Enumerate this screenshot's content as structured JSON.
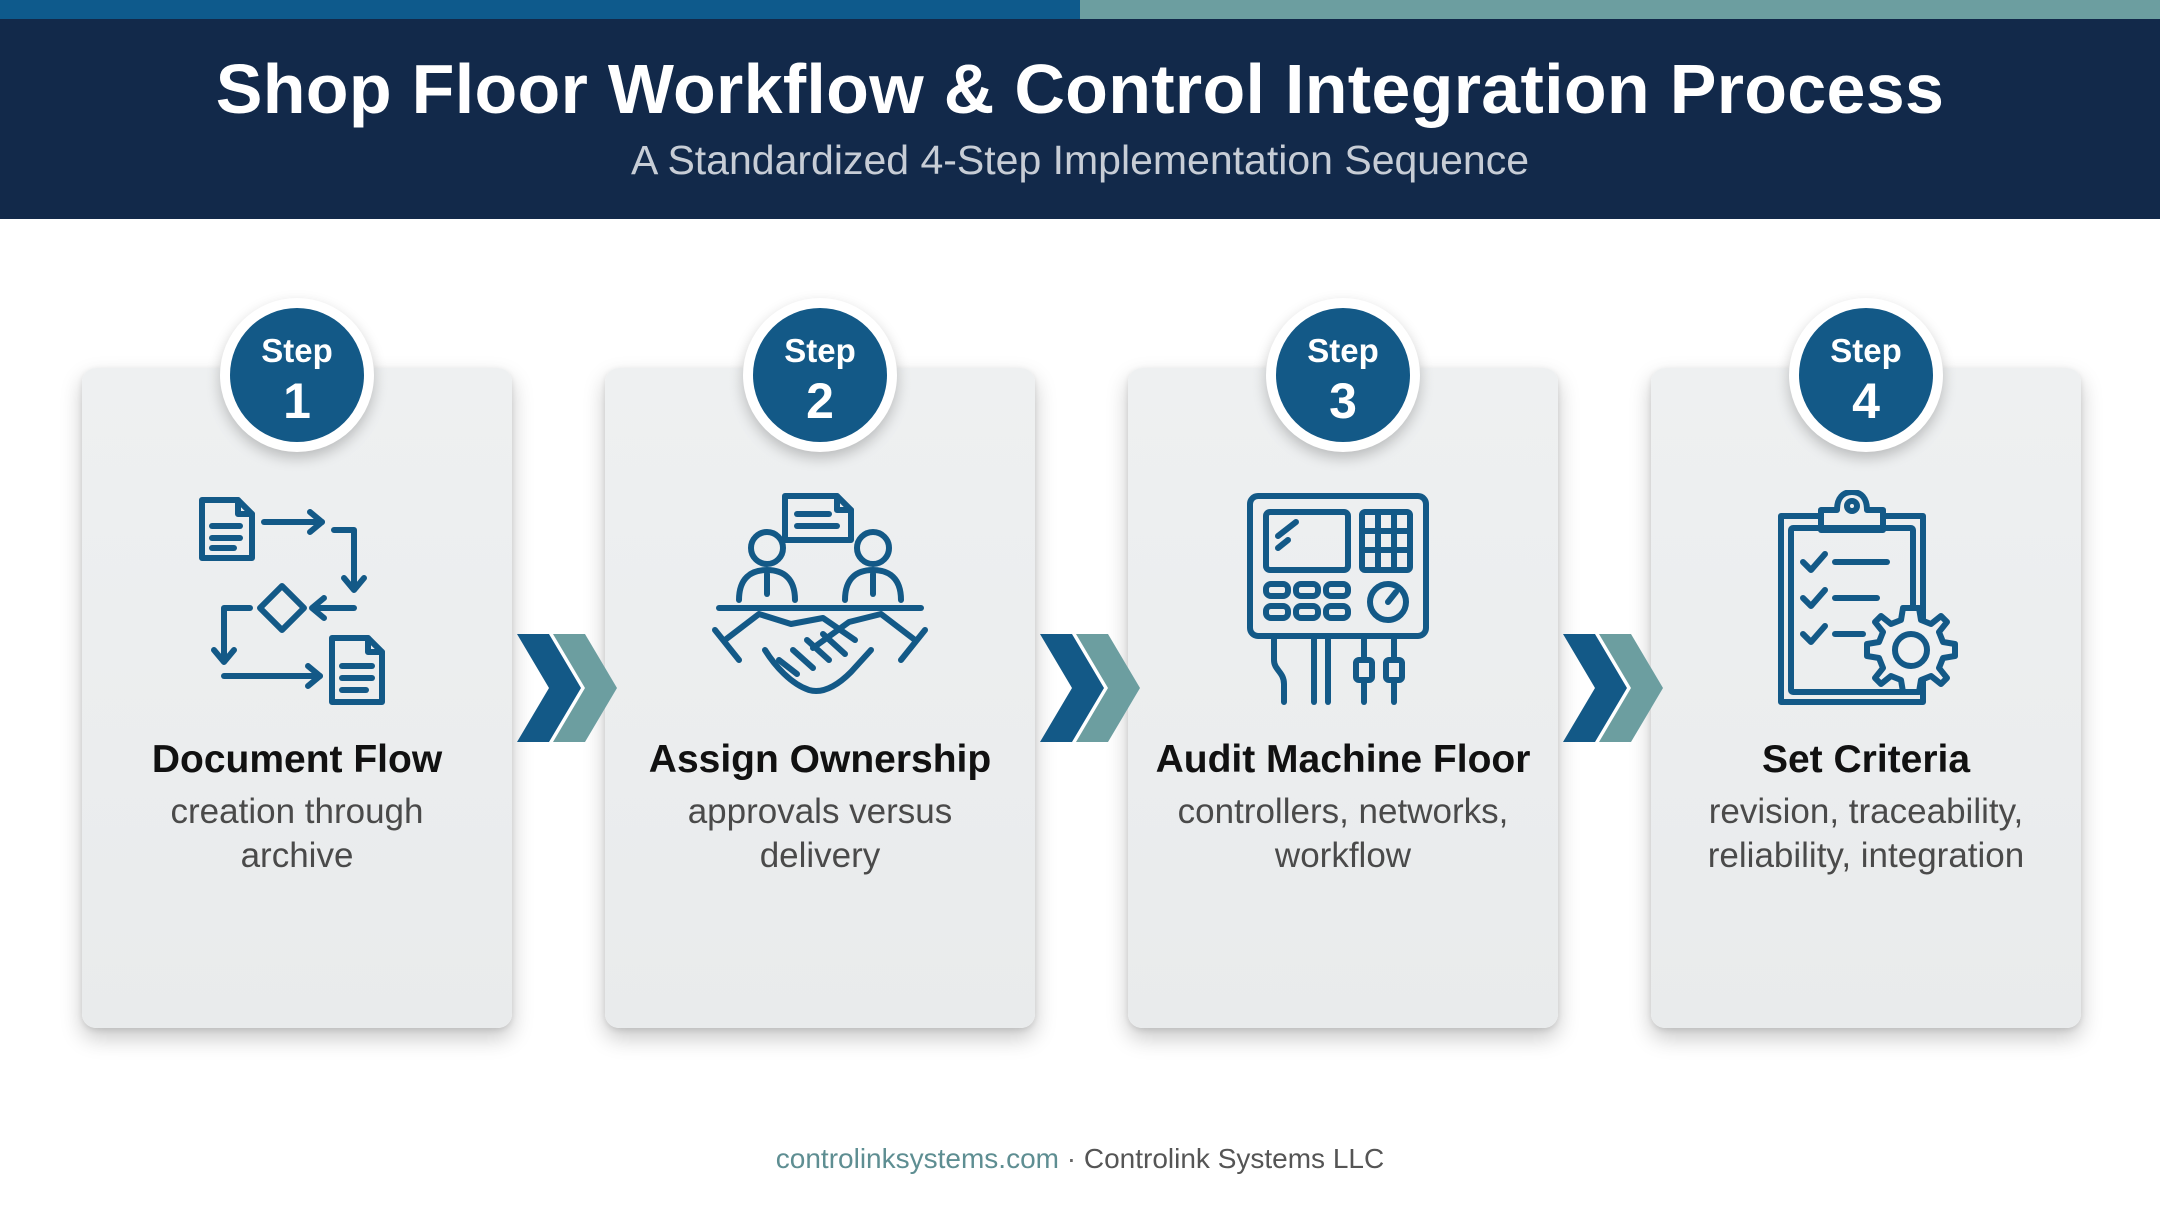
{
  "header": {
    "title": "Shop Floor Workflow & Control Integration Process",
    "subtitle": "A Standardized 4-Step Implementation Sequence"
  },
  "colors": {
    "header_bg": "#12294a",
    "accent_blue": "#135987",
    "accent_teal": "#6c9ea0",
    "card_bg": "#eef0f1"
  },
  "steps": [
    {
      "step_word": "Step",
      "number": "1",
      "title": "Document Flow",
      "desc_line1": "creation through",
      "desc_line2": "archive",
      "icon": "document-flow-icon"
    },
    {
      "step_word": "Step",
      "number": "2",
      "title": "Assign Ownership",
      "desc_line1": "approvals versus",
      "desc_line2": "delivery",
      "icon": "handshake-icon"
    },
    {
      "step_word": "Step",
      "number": "3",
      "title": "Audit Machine Floor",
      "desc_line1": "controllers, networks,",
      "desc_line2": "workflow",
      "icon": "control-panel-icon"
    },
    {
      "step_word": "Step",
      "number": "4",
      "title": "Set Criteria",
      "desc_line1": "revision, traceability,",
      "desc_line2": "reliability, integration",
      "icon": "clipboard-gear-icon"
    }
  ],
  "footer": {
    "url": "controlinksystems.com",
    "separator": " · ",
    "company": "Controlink Systems LLC"
  }
}
